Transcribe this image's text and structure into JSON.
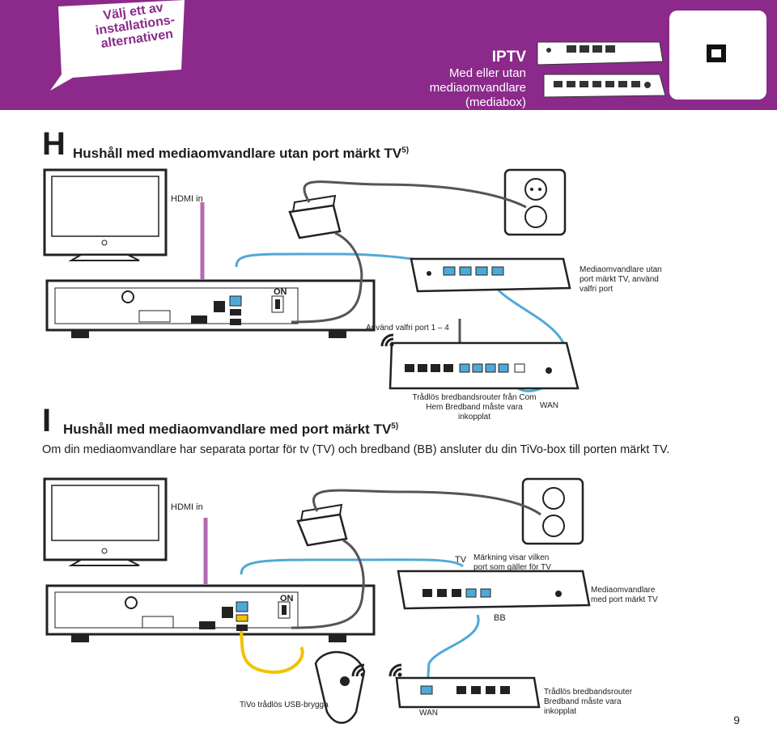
{
  "banner": {
    "bubble_text": "Välj ett av installations-alternativen",
    "iptv_title": "IPTV",
    "iptv_subtitle": "Med eller utan mediaomvandlare (mediabox)"
  },
  "section_h": {
    "letter": "H",
    "title": "Hushåll med mediaomvandlare utan port märkt TV",
    "footnote": "5)",
    "labels": {
      "hdmi": "HDMI in",
      "on": "ON",
      "media_converter": "Mediaomvandlare utan port märkt TV, använd valfri port",
      "any_port": "Använd valfri port 1 – 4",
      "router": "Trådlös bredbandsrouter från Com Hem Bredband måste vara inkopplat",
      "wan": "WAN"
    }
  },
  "section_i": {
    "letter": "I",
    "title": "Hushåll med mediaomvandlare med port märkt TV",
    "footnote": "5)",
    "body": "Om din mediaomvandlare har separata portar för tv (TV) och bredband (BB) ansluter du din TiVo-box till porten märkt TV.",
    "labels": {
      "hdmi": "HDMI in",
      "on": "ON",
      "tv": "TV",
      "marking": "Märkning visar vilken port som gäller för TV",
      "media_converter": "Mediaomvandlare med port märkt TV",
      "bb": "BB",
      "usb": "TiVo trådlös USB-brygga",
      "wan": "WAN",
      "router": "Trådlös bredbandsrouter Bredband måste vara inkopplat"
    }
  },
  "page_number": "9",
  "colors": {
    "banner": "#8b2a8b",
    "hdmi_cable": "#b36bb3",
    "ethernet_cable": "#4fa9d8",
    "usb_cable": "#f2c200"
  }
}
